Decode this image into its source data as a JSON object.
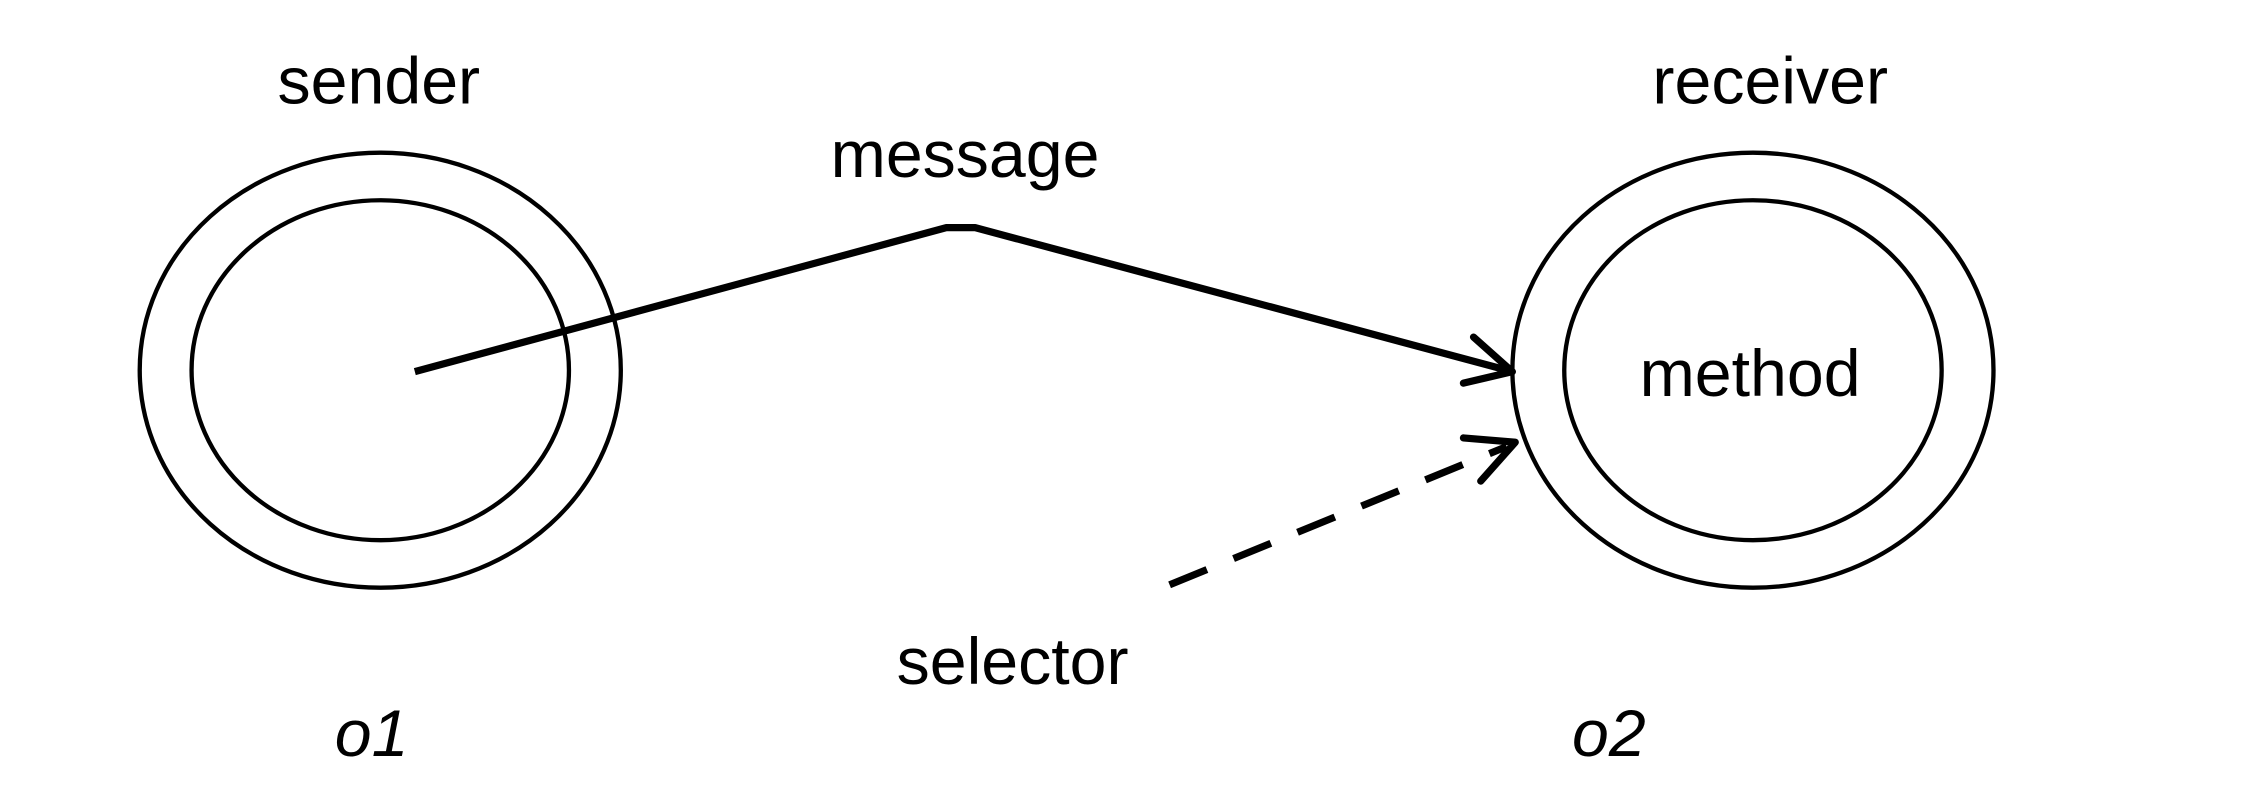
{
  "labels": {
    "sender": "sender",
    "receiver": "receiver",
    "message": "message",
    "method": "method",
    "selector": "selector",
    "object1": "o1",
    "object2": "o2"
  },
  "colors": {
    "stroke": "#000000",
    "background": "#ffffff"
  }
}
